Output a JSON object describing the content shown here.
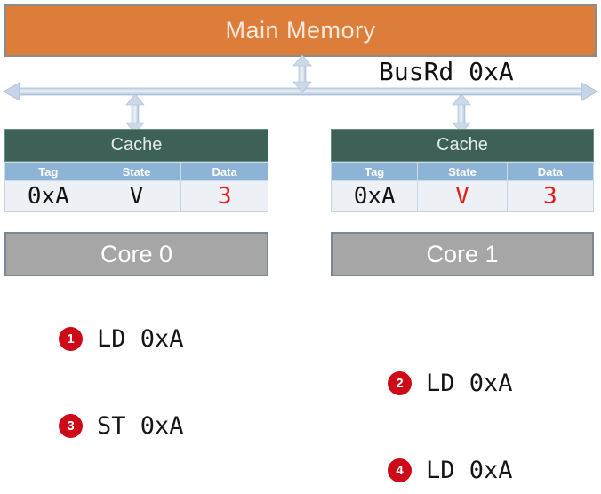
{
  "diagram": {
    "memory": {
      "label": "Main Memory",
      "fill": "#DD7D3A",
      "border": "#8C8C8C"
    },
    "bus": {
      "label": "BusRd 0xA",
      "line_color": "#B7C7DC",
      "connector_color": "#AFC1D8"
    },
    "caches": [
      {
        "title": "Cache",
        "columns": [
          "Tag",
          "State",
          "Data"
        ],
        "row": {
          "tag": "0xA",
          "state": "V",
          "data": "3"
        },
        "highlight": {
          "tag": false,
          "state": false,
          "data": true
        },
        "core": "Core 0"
      },
      {
        "title": "Cache",
        "columns": [
          "Tag",
          "State",
          "Data"
        ],
        "row": {
          "tag": "0xA",
          "state": "V",
          "data": "3"
        },
        "highlight": {
          "tag": false,
          "state": true,
          "data": true
        },
        "core": "Core 1"
      }
    ],
    "steps": [
      {
        "number": "1",
        "text": "LD 0xA"
      },
      {
        "number": "2",
        "text": "LD 0xA"
      },
      {
        "number": "3",
        "text": "ST 0xA"
      },
      {
        "number": "4",
        "text": "LD 0xA"
      }
    ],
    "colors": {
      "accent_red": "#E41B16",
      "badge_red": "#CC0A18",
      "cache_header": "#3E6157",
      "column_header": "#8DB4D6",
      "core_fill": "#A6A6A6"
    }
  }
}
